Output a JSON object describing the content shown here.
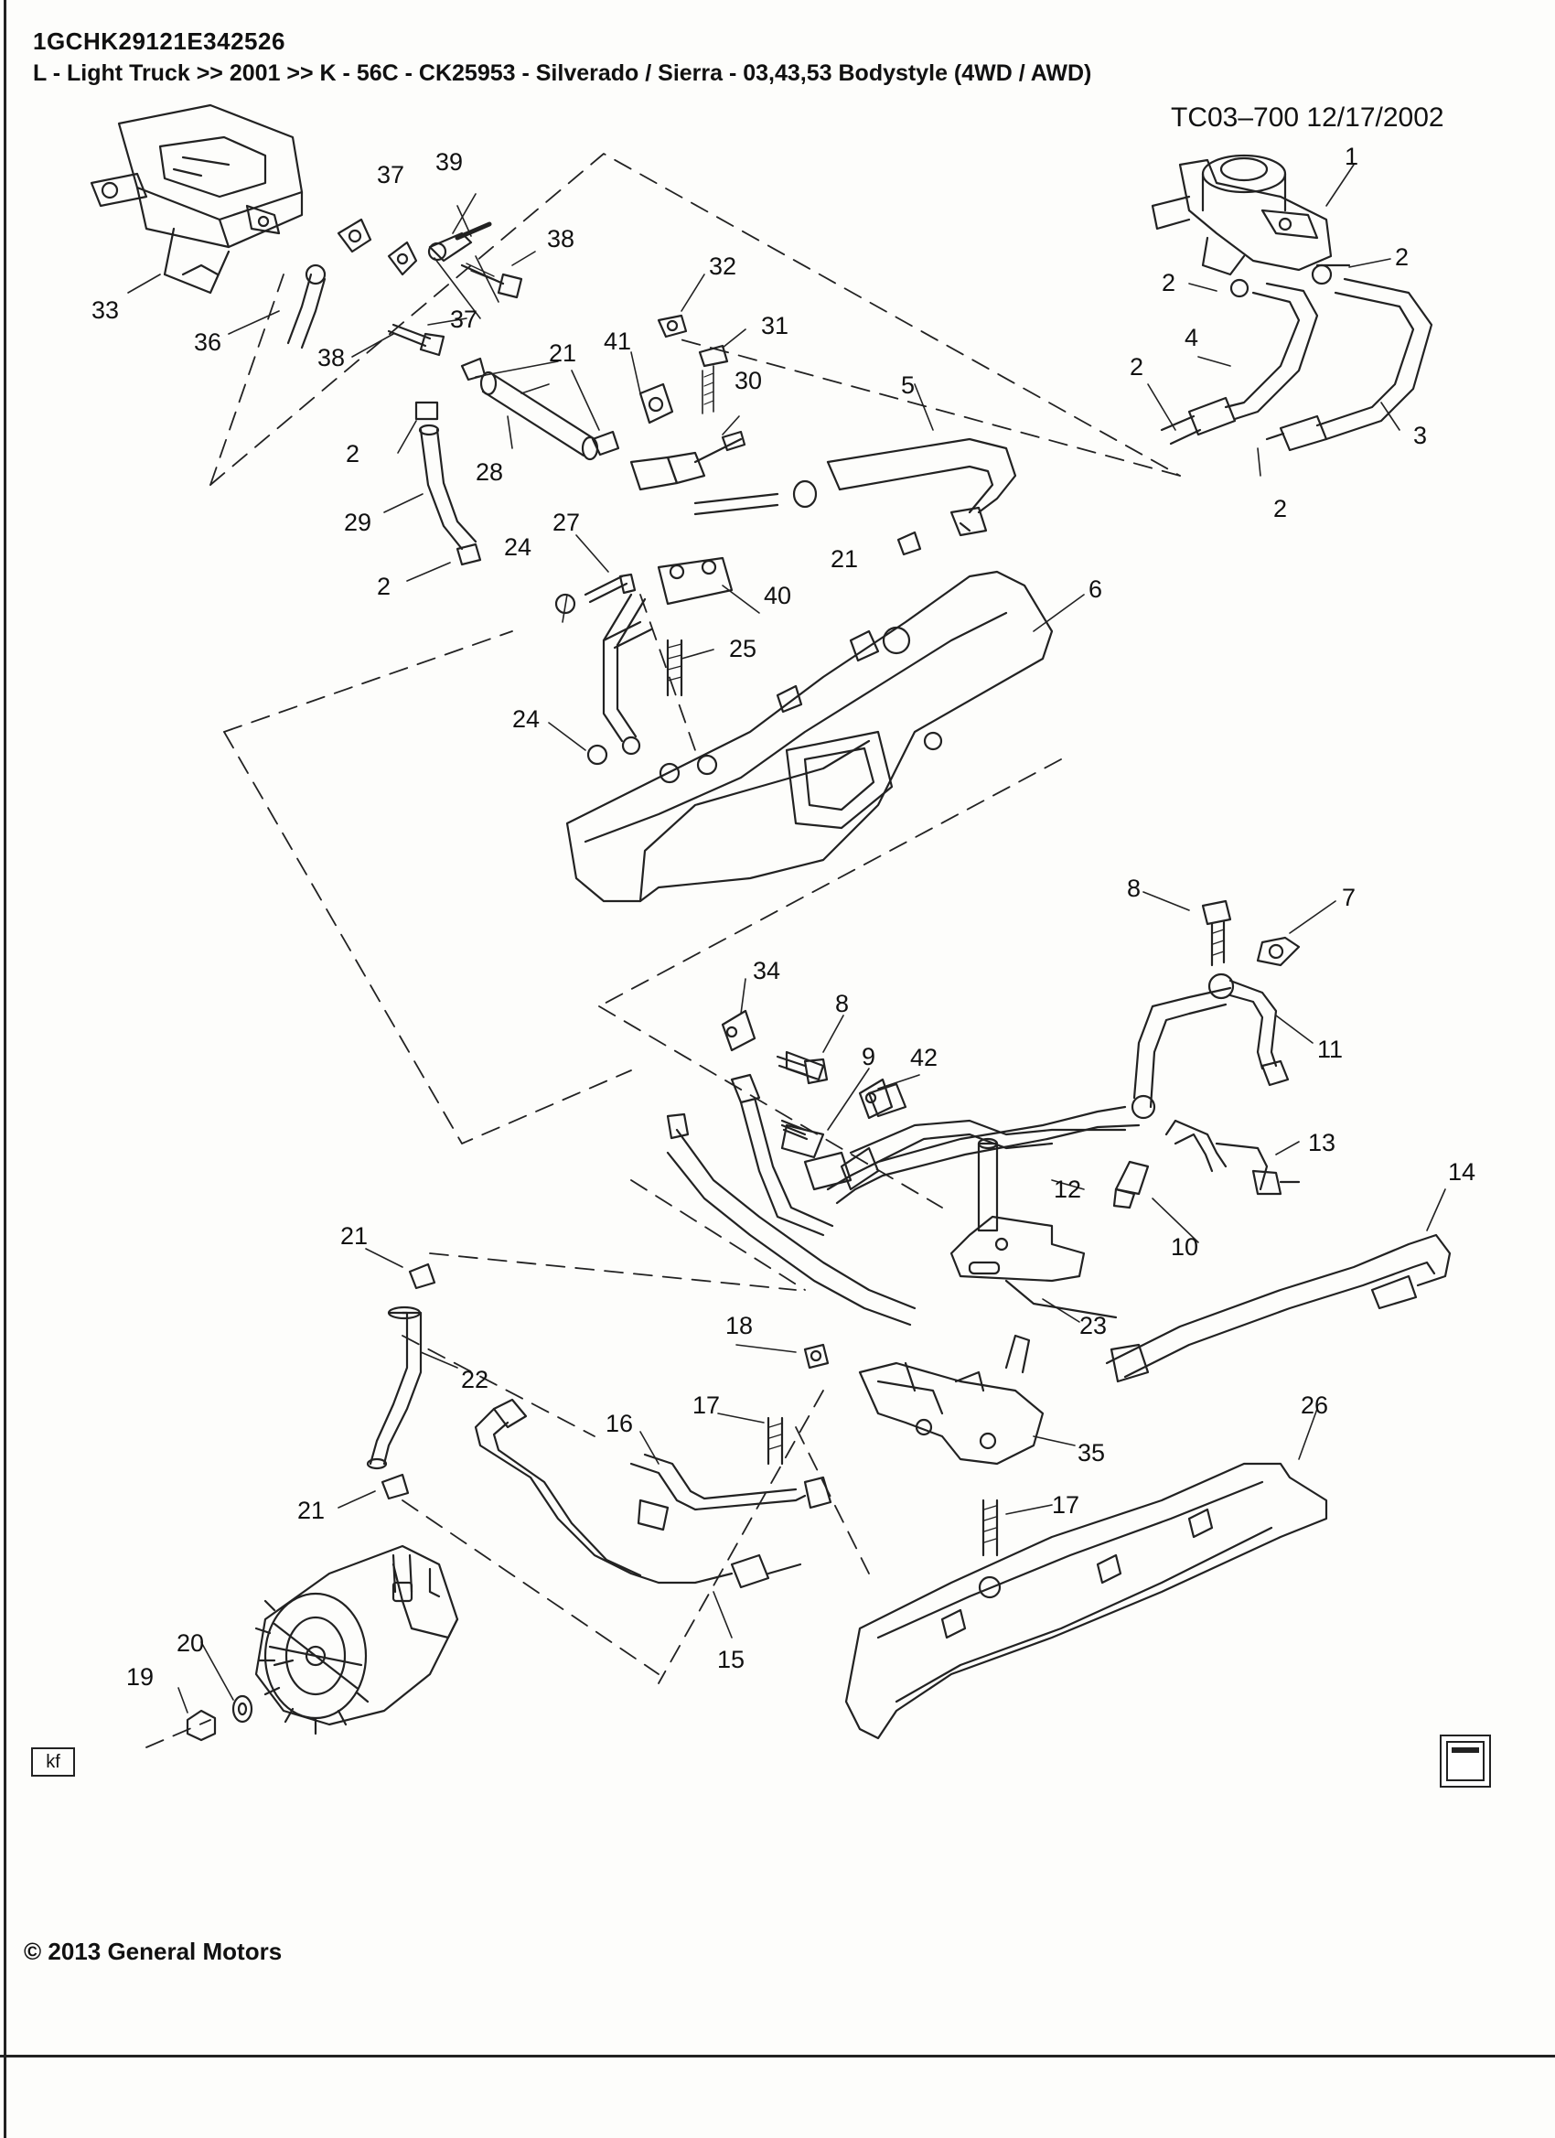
{
  "header": {
    "vin": "1GCHK29121E342526",
    "path": "L - Light Truck  >>  2001  >>  K - 56C - CK25953 - Silverado / Sierra - 03,43,53 Bodystyle (4WD / AWD)",
    "code": "TC03–700  12/17/2002"
  },
  "footer": {
    "copyright": "© 2013 General Motors",
    "kf_label": "kf"
  },
  "callouts": {
    "c1": "1",
    "c2a": "2",
    "c2b": "2",
    "c2c": "2",
    "c2d": "2",
    "c2e": "2",
    "c2f": "2",
    "c3": "3",
    "c4": "4",
    "c5": "5",
    "c6": "6",
    "c7": "7",
    "c8a": "8",
    "c8b": "8",
    "c9": "9",
    "c10": "10",
    "c11": "11",
    "c12": "12",
    "c13": "13",
    "c14": "14",
    "c15": "15",
    "c16": "16",
    "c17a": "17",
    "c17b": "17",
    "c18": "18",
    "c19": "19",
    "c20": "20",
    "c21a": "21",
    "c21b": "21",
    "c21c": "21",
    "c21d": "21",
    "c22": "22",
    "c23": "23",
    "c24a": "24",
    "c24b": "24",
    "c25": "25",
    "c26": "26",
    "c27": "27",
    "c28": "28",
    "c29": "29",
    "c30": "30",
    "c31": "31",
    "c32": "32",
    "c33": "33",
    "c34": "34",
    "c35": "35",
    "c36": "36",
    "c37a": "37",
    "c37b": "37",
    "c38a": "38",
    "c38b": "38",
    "c39": "39",
    "c40": "40",
    "c41": "41",
    "c42": "42"
  }
}
